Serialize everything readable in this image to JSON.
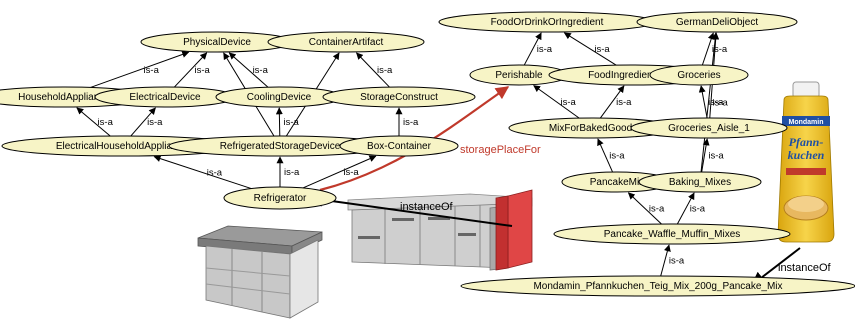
{
  "diagram": {
    "nodes": [
      {
        "id": "PhysicalDevice",
        "label": "PhysicalDevice"
      },
      {
        "id": "ContainerArtifact",
        "label": "ContainerArtifact"
      },
      {
        "id": "HouseholdAppliance",
        "label": "HouseholdAppliance"
      },
      {
        "id": "ElectricalDevice",
        "label": "ElectricalDevice"
      },
      {
        "id": "CoolingDevice",
        "label": "CoolingDevice"
      },
      {
        "id": "StorageConstruct",
        "label": "StorageConstruct"
      },
      {
        "id": "ElectricalHouseholdAppliance",
        "label": "ElectricalHouseholdAppliance"
      },
      {
        "id": "RefrigeratedStorageDevice",
        "label": "RefrigeratedStorageDevice"
      },
      {
        "id": "BoxContainer",
        "label": "Box-Container"
      },
      {
        "id": "Refrigerator",
        "label": "Refrigerator"
      },
      {
        "id": "FoodOrDrinkOrIngredient",
        "label": "FoodOrDrinkOrIngredient"
      },
      {
        "id": "GermanDeliObject",
        "label": "GermanDeliObject"
      },
      {
        "id": "Perishable",
        "label": "Perishable"
      },
      {
        "id": "FoodIngredientOnly",
        "label": "FoodIngredientOnly"
      },
      {
        "id": "Groceries",
        "label": "Groceries"
      },
      {
        "id": "MixForBakedGoods",
        "label": "MixForBakedGoods"
      },
      {
        "id": "GroceriesAisle1",
        "label": "Groceries_Aisle_1"
      },
      {
        "id": "PancakeMix",
        "label": "PancakeMix"
      },
      {
        "id": "BakingMixes",
        "label": "Baking_Mixes"
      },
      {
        "id": "PancakeWaffleMuffinMixes",
        "label": "Pancake_Waffle_Muffin_Mixes"
      },
      {
        "id": "Mondamin",
        "label": "Mondamin_Pfannkuchen_Teig_Mix_200g_Pancake_Mix"
      }
    ],
    "edge_label": "is-a",
    "edges": [
      {
        "from": "HouseholdAppliance",
        "to": "PhysicalDevice"
      },
      {
        "from": "ElectricalDevice",
        "to": "PhysicalDevice"
      },
      {
        "from": "CoolingDevice",
        "to": "PhysicalDevice"
      },
      {
        "from": "StorageConstruct",
        "to": "ContainerArtifact"
      },
      {
        "from": "ElectricalHouseholdAppliance",
        "to": "HouseholdAppliance"
      },
      {
        "from": "ElectricalHouseholdAppliance",
        "to": "ElectricalDevice"
      },
      {
        "from": "RefrigeratedStorageDevice",
        "to": "PhysicalDevice"
      },
      {
        "from": "RefrigeratedStorageDevice",
        "to": "CoolingDevice"
      },
      {
        "from": "RefrigeratedStorageDevice",
        "to": "ContainerArtifact"
      },
      {
        "from": "BoxContainer",
        "to": "StorageConstruct"
      },
      {
        "from": "Refrigerator",
        "to": "ElectricalHouseholdAppliance"
      },
      {
        "from": "Refrigerator",
        "to": "RefrigeratedStorageDevice"
      },
      {
        "from": "Refrigerator",
        "to": "BoxContainer"
      },
      {
        "from": "Perishable",
        "to": "FoodOrDrinkOrIngredient"
      },
      {
        "from": "FoodIngredientOnly",
        "to": "FoodOrDrinkOrIngredient"
      },
      {
        "from": "Groceries",
        "to": "GermanDeliObject"
      },
      {
        "from": "MixForBakedGoods",
        "to": "Perishable"
      },
      {
        "from": "MixForBakedGoods",
        "to": "FoodIngredientOnly"
      },
      {
        "from": "GroceriesAisle1",
        "to": "Groceries"
      },
      {
        "from": "GroceriesAisle1",
        "to": "GermanDeliObject"
      },
      {
        "from": "PancakeMix",
        "to": "MixForBakedGoods"
      },
      {
        "from": "BakingMixes",
        "to": "GroceriesAisle1"
      },
      {
        "from": "BakingMixes",
        "to": "GermanDeliObject"
      },
      {
        "from": "PancakeWaffleMuffinMixes",
        "to": "PancakeMix"
      },
      {
        "from": "PancakeWaffleMuffinMixes",
        "to": "BakingMixes"
      },
      {
        "from": "Mondamin",
        "to": "PancakeWaffleMuffinMixes"
      }
    ],
    "relations": [
      {
        "label": "storagePlaceFor",
        "color": "#c0392b"
      },
      {
        "label": "instanceOf",
        "color": "#000000"
      },
      {
        "label": "instanceOf",
        "color": "#000000"
      }
    ],
    "product_label": {
      "brand": "Mondamin",
      "title": "Pfann-kuchen",
      "colors": {
        "cap": "#f2f2f2",
        "bottle": "#f0c419",
        "band": "#c0392b"
      }
    },
    "colors": {
      "node_fill": "#f7f4c6",
      "node_stroke": "#000000",
      "red_arrow": "#c0392b"
    }
  }
}
